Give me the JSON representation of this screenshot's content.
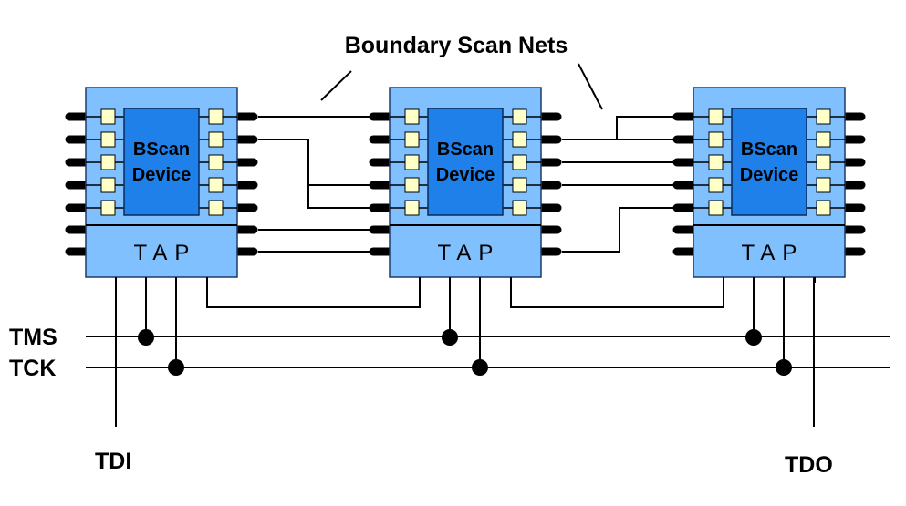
{
  "title": "Boundary Scan Nets",
  "colors": {
    "chip_fill": "#80c0ff",
    "chip_border": "#1a3a6a",
    "core_fill": "#1e80e8",
    "cell_fill": "#ffffc8",
    "wire": "#000000"
  },
  "devices": [
    {
      "name": "device-1",
      "core_line1": "BScan",
      "core_line2": "Device",
      "tap_label": "TAP"
    },
    {
      "name": "device-2",
      "core_line1": "BScan",
      "core_line2": "Device",
      "tap_label": "TAP"
    },
    {
      "name": "device-3",
      "core_line1": "BScan",
      "core_line2": "Device",
      "tap_label": "TAP"
    }
  ],
  "signals": {
    "tms": "TMS",
    "tck": "TCK",
    "tdi": "TDI",
    "tdo": "TDO"
  }
}
